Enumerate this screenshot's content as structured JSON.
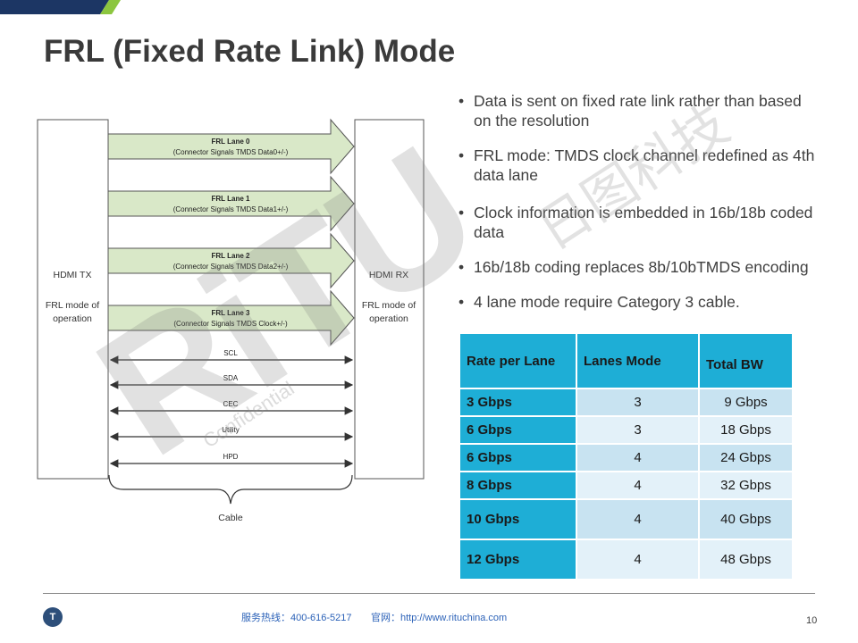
{
  "title": "FRL (Fixed Rate Link) Mode",
  "bullets": [
    {
      "line1": "Data is sent on fixed rate link rather than based",
      "line2": "on the resolution"
    },
    {
      "line1": "FRL mode: TMDS clock channel redefined as 4th",
      "line2": "data lane"
    },
    {
      "line1": "Clock information is embedded in 16b/18b coded",
      "line2": "data"
    },
    {
      "line1": "16b/18b coding replaces 8b/10bTMDS encoding",
      "line2": ""
    },
    {
      "line1": "4 lane mode require Category 3 cable.",
      "line2": ""
    }
  ],
  "diagram": {
    "tx_title": "HDMI TX",
    "tx_mode_line1": "FRL mode of",
    "tx_mode_line2": "operation",
    "rx_title": "HDMI RX",
    "rx_mode_line1": "FRL mode of",
    "rx_mode_line2": "operation",
    "lanes": [
      {
        "name": "FRL Lane 0",
        "signals": "(Connector Signals TMDS Data0+/-)"
      },
      {
        "name": "FRL Lane 1",
        "signals": "(Connector Signals TMDS Data1+/-)"
      },
      {
        "name": "FRL Lane 2",
        "signals": "(Connector Signals TMDS Data2+/-)"
      },
      {
        "name": "FRL Lane 3",
        "signals": "(Connector Signals TMDS Clock+/-)"
      }
    ],
    "signals": [
      "SCL",
      "SDA",
      "CEC",
      "Utility",
      "HPD"
    ],
    "cable_label": "Cable",
    "lane_color": "#d9e8c8"
  },
  "table": {
    "headers": [
      "Rate per Lane",
      "Lanes Mode",
      "Total BW"
    ],
    "rows": [
      [
        "3 Gbps",
        "3",
        "9 Gbps"
      ],
      [
        "6 Gbps",
        "3",
        "18 Gbps"
      ],
      [
        "6 Gbps",
        "4",
        "24 Gbps"
      ],
      [
        "8 Gbps",
        "4",
        "32 Gbps"
      ],
      [
        "10 Gbps",
        "4",
        "40 Gbps"
      ],
      [
        "12 Gbps",
        "4",
        "48 Gbps"
      ]
    ],
    "header_color": "#1eaed6"
  },
  "footer": {
    "hotline": "服务热线：400-616-5217",
    "website": "官网：http://www.rituchina.com",
    "page_number": "10",
    "logo_text": "T"
  },
  "watermark": {
    "brand": "RiTU",
    "chinese": "日图科技",
    "confidential": "Confidential"
  },
  "colors": {
    "accent_blue": "#1eaed6",
    "top_navy": "#1c3664",
    "top_green": "#8cc63f"
  }
}
